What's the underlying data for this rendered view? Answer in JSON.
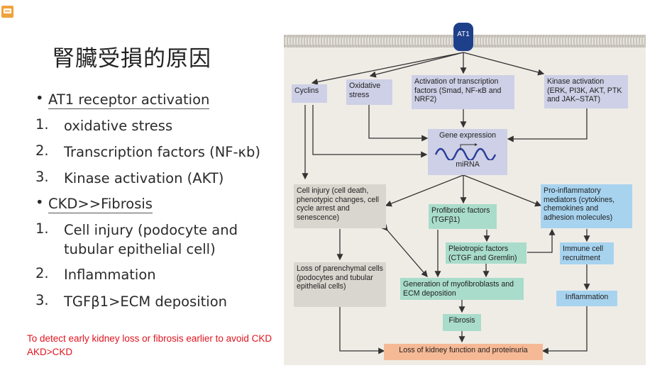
{
  "slide": {
    "title": "腎臟受損的原因"
  },
  "bullets": [
    {
      "marker": "•",
      "text": "AT1 receptor activation",
      "underline": true
    },
    {
      "marker": "1.",
      "text": "oxidative stress"
    },
    {
      "marker": "2.",
      "text": "Transcription factors (NF-κb)"
    },
    {
      "marker": "3.",
      "text": "Kinase activation (AKT)"
    },
    {
      "marker": "•",
      "text": "CKD>>Fibrosis",
      "underline": true
    },
    {
      "marker": "1.",
      "text": "Cell injury (podocyte and tubular epithelial cell)"
    },
    {
      "marker": "2.",
      "text": "Inflammation"
    },
    {
      "marker": "3.",
      "text": "TGFβ1>ECM deposition"
    }
  ],
  "note": {
    "line1": "To detect early kidney loss or fibrosis earlier to avoid CKD",
    "line2": "AKD>CKD",
    "color": "#e0141e"
  },
  "diagram": {
    "receptor": "AT1",
    "cyclins": "Cyclins",
    "oxidative_stress": "Oxidative stress",
    "transcription": "Activation of transcription factors (Smad, NF-κB and NRF2)",
    "kinase": "Kinase activation (ERK, PI3K, AKT, PTK and JAK–STAT)",
    "gene_expression": "Gene expression",
    "mirna": "miRNA",
    "cell_injury": "Cell injury (cell death, phenotypic changes, cell cycle arrest and senescence)",
    "profibrotic": "Profibrotic factors (TGFβ1)",
    "proinflammatory": "Pro-inflammatory mediators (cytokines, chemokines and adhesion molecules)",
    "pleiotropic": "Pleiotropic factors (CTGF and Gremlin)",
    "immune": "Immune cell recruitment",
    "loss_parenchymal": "Loss of parenchymal cells (podocytes and tubular epithelial cells)",
    "myofibroblasts": "Generation of myofibroblasts and ECM deposition",
    "inflammation": "Inflammation",
    "fibrosis": "Fibrosis",
    "loss_function": "Loss of kidney function and proteinuria",
    "colors": {
      "purple": "#cdd0e6",
      "gray": "#d9d6cf",
      "teal": "#a9dccb",
      "blue": "#a7d3ef",
      "orange": "#f6b996",
      "receptor": "#1e3f8a"
    }
  }
}
